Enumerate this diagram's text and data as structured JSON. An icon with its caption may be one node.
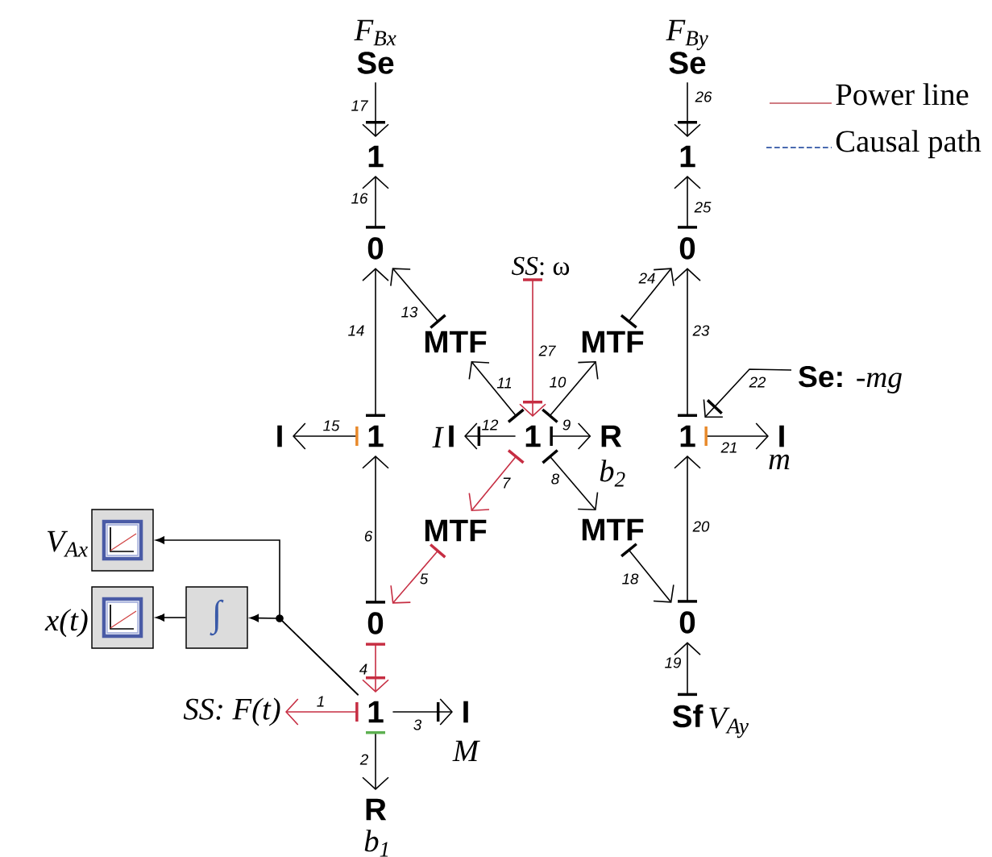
{
  "diagram": {
    "nodes": [
      {
        "text": [
          "Se"
        ],
        "beside": [
          "F$_{Bx}$"
        ]
      },
      {
        "text": [
          "Se"
        ],
        "beside": [
          "F$_{By}$"
        ]
      },
      {
        "text": [
          "1"
        ]
      },
      {
        "text": [
          "1"
        ]
      },
      {
        "text": [
          "0"
        ]
      },
      {
        "text": [
          "*SS*: ω"
        ]
      },
      {
        "text": [
          "0"
        ]
      },
      {
        "text": [
          "MTF"
        ]
      },
      {
        "text": [
          "MTF"
        ]
      },
      {
        "text": [
          "**Se:** *-mg*"
        ]
      },
      {
        "text": [
          "I"
        ]
      },
      {
        "text": [
          "1"
        ]
      },
      {
        "text": [
          "I"
        ],
        "beside": [
          "I"
        ]
      },
      {
        "text": [
          "1"
        ]
      },
      {
        "text": [
          "R"
        ],
        "beside": [
          "b$_{2}$"
        ]
      },
      {
        "text": [
          "1"
        ]
      },
      {
        "text": [
          "I"
        ],
        "beside": [
          "m"
        ]
      },
      {
        "text": [],
        "shape": "picture",
        "beside": [
          "V$_{Ax}$"
        ]
      },
      {
        "text": [
          "MTF"
        ]
      },
      {
        "text": [
          "MTF"
        ]
      },
      {
        "text": [],
        "shape": "picture",
        "beside": [
          "x(t)"
        ]
      },
      {
        "text": [
          "∫"
        ]
      },
      {
        "text": [
          "0"
        ]
      },
      {
        "text": [
          "0"
        ]
      },
      {
        "text": [
          "SS: F(t)"
        ]
      },
      {
        "text": [
          "1"
        ]
      },
      {
        "text": [
          "I"
        ],
        "beside": [
          "M"
        ]
      },
      {
        "text": [
          "Sf"
        ],
        "beside": [
          "V$_{Ay}$"
        ]
      },
      {
        "text": [
          "R"
        ],
        "beside": [
          "b$_{1}$"
        ]
      }
    ],
    "edges": [
      {
        "from": 25,
        "to": 24,
        "arrow": "to",
        "label": "1",
        "color": "#c62d42"
      },
      {
        "from": 25,
        "to": 28,
        "arrow": "to",
        "label": "2"
      },
      {
        "from": 25,
        "to": 26,
        "arrow": "to",
        "label": "3"
      },
      {
        "from": 22,
        "to": 25,
        "arrow": "to",
        "label": "4",
        "color": "#c62d42"
      },
      {
        "from": 18,
        "to": 22,
        "arrow": "to",
        "label": "5",
        "color": "#c62d42"
      },
      {
        "from": 22,
        "to": 11,
        "arrow": "to",
        "label": "6"
      },
      {
        "from": 13,
        "to": 18,
        "arrow": "to",
        "label": "7",
        "color": "#c62d42"
      },
      {
        "from": 13,
        "to": 19,
        "arrow": "to",
        "label": "8"
      },
      {
        "from": 13,
        "to": 14,
        "arrow": "to",
        "label": "9"
      },
      {
        "from": 13,
        "to": 8,
        "arrow": "to",
        "label": "10"
      },
      {
        "from": 13,
        "to": 7,
        "arrow": "to",
        "label": "11"
      },
      {
        "from": 13,
        "to": 12,
        "arrow": "to",
        "label": "12"
      },
      {
        "from": 7,
        "to": 4,
        "arrow": "to",
        "label": "13"
      },
      {
        "from": 11,
        "to": 4,
        "arrow": "to",
        "label": "14"
      },
      {
        "from": 11,
        "to": 10,
        "arrow": "to",
        "label": "15"
      },
      {
        "from": 4,
        "to": 2,
        "arrow": "to",
        "label": "16"
      },
      {
        "from": 0,
        "to": 2,
        "arrow": "to",
        "label": "17"
      },
      {
        "from": 19,
        "to": 23,
        "arrow": "to",
        "label": "18"
      },
      {
        "from": 27,
        "to": 23,
        "arrow": "to",
        "label": "19"
      },
      {
        "from": 23,
        "to": 15,
        "arrow": "to",
        "label": "20"
      },
      {
        "from": 15,
        "to": 16,
        "arrow": "to",
        "label": "21"
      },
      {
        "from": 9,
        "to": 15,
        "arrow": "to",
        "label": "22"
      },
      {
        "from": 15,
        "to": 6,
        "arrow": "to",
        "label": "23"
      },
      {
        "from": 8,
        "to": 6,
        "arrow": "to",
        "label": "24"
      },
      {
        "from": 6,
        "to": 3,
        "arrow": "to",
        "label": "25"
      },
      {
        "from": 1,
        "to": 3,
        "arrow": "to",
        "label": "26"
      },
      {
        "from": 5,
        "to": 13,
        "arrow": "to",
        "label": "27",
        "color": "#c62d42"
      },
      {
        "from": 25,
        "to": 21,
        "arrow": "to"
      },
      {
        "from": 25,
        "to": 17,
        "arrow": "to"
      },
      {
        "from": 21,
        "to": 20,
        "arrow": "to"
      }
    ],
    "legend": [
      {
        "text": "Power line"
      },
      {
        "text": "Causal path"
      }
    ]
  }
}
